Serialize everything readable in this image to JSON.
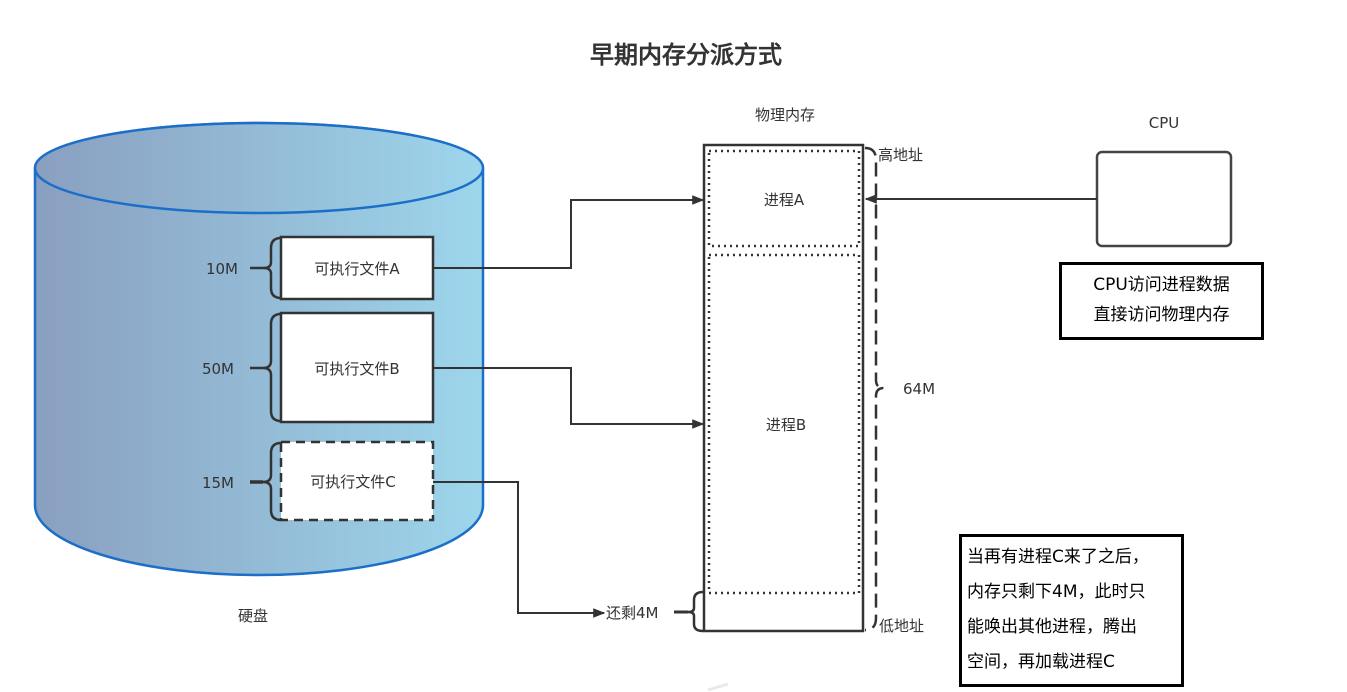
{
  "title": "早期内存分派方式",
  "disk": {
    "label": "硬盘",
    "gradient_start": "#8a9fc0",
    "gradient_end": "#9dd6ec",
    "stroke": "#1c6fc8",
    "files": [
      {
        "name": "可执行文件A",
        "size": "10M",
        "style": "solid"
      },
      {
        "name": "可执行文件B",
        "size": "50M",
        "style": "solid"
      },
      {
        "name": "可执行文件C",
        "size": "15M",
        "style": "dashed"
      }
    ]
  },
  "memory": {
    "label": "物理内存",
    "high_address": "高地址",
    "low_address": "低地址",
    "total_size": "64M",
    "remaining": "还剩4M",
    "processes": [
      {
        "name": "进程A"
      },
      {
        "name": "进程B"
      }
    ]
  },
  "cpu": {
    "label": "CPU",
    "note_lines": [
      "CPU访问进程数据",
      "直接访问物理内存"
    ]
  },
  "bottom_note": {
    "lines": [
      "当再有进程C来了之后，",
      "内存只剩下4M，此时只",
      "能唤出其他进程，腾出",
      "空间，再加载进程C"
    ]
  },
  "colors": {
    "line": "#333333",
    "text": "#333333"
  }
}
